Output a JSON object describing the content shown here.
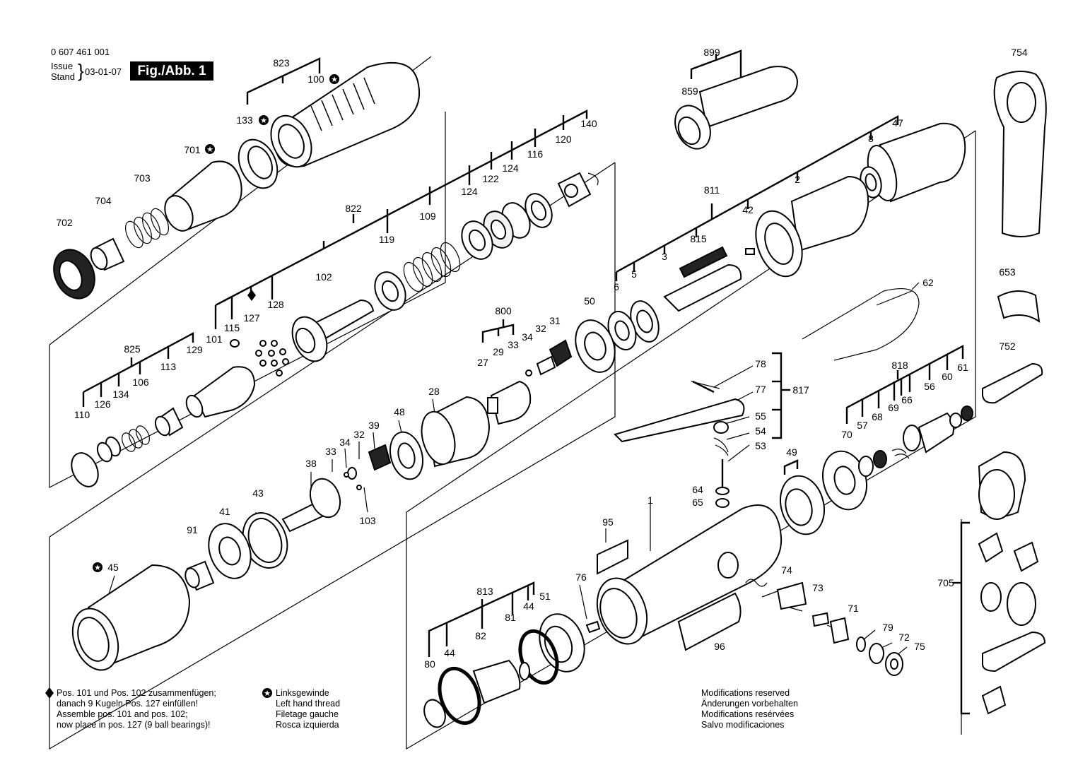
{
  "header": {
    "part_number": "0 607 461 001",
    "issue_label": "Issue",
    "stand_label": "Stand",
    "date": "03-01-07",
    "figure_label": "Fig./Abb. 1"
  },
  "part_labels": {
    "p823": "823",
    "p100": "100",
    "p133": "133",
    "p701": "701",
    "p703": "703",
    "p704": "704",
    "p702": "702",
    "p140": "140",
    "p120": "120",
    "p116": "116",
    "p124a": "124",
    "p122": "122",
    "p124b": "124",
    "p822": "822",
    "p109": "109",
    "p119": "119",
    "p102": "102",
    "p128": "128",
    "p127": "127",
    "p115": "115",
    "p101": "101",
    "p825": "825",
    "p129": "129",
    "p113": "113",
    "p106": "106",
    "p134": "134",
    "p126": "126",
    "p110": "110",
    "p899": "899",
    "p859": "859",
    "p754": "754",
    "p47": "47",
    "p8": "8",
    "p811": "811",
    "p2": "2",
    "p42": "42",
    "p815": "815",
    "p3": "3",
    "p5": "5",
    "p6": "6",
    "p50": "50",
    "p62": "62",
    "p653": "653",
    "p800": "800",
    "p34a": "34",
    "p32a": "32",
    "p31": "31",
    "p29": "29",
    "p33a": "33",
    "p27": "27",
    "p28": "28",
    "p48": "48",
    "p39": "39",
    "p32b": "32",
    "p34b": "34",
    "p33b": "33",
    "p38": "38",
    "p103": "103",
    "p43": "43",
    "p41": "41",
    "p91": "91",
    "p45": "45",
    "p78": "78",
    "p77": "77",
    "p817": "817",
    "p55": "55",
    "p54": "54",
    "p53": "53",
    "p64": "64",
    "p65": "65",
    "p818": "818",
    "p752": "752",
    "p61": "61",
    "p60": "60",
    "p56": "56",
    "p66": "66",
    "p69": "69",
    "p68": "68",
    "p57": "57",
    "p70": "70",
    "p49": "49",
    "p1": "1",
    "p95": "95",
    "p705": "705",
    "p74": "74",
    "p73": "73",
    "p76": "76",
    "p71": "71",
    "p79": "79",
    "p72": "72",
    "p75": "75",
    "p96": "96",
    "p813": "813",
    "p82": "82",
    "p81": "81",
    "p44a": "44",
    "p44b": "44",
    "p51": "51",
    "p80": "80"
  },
  "notes": {
    "assembly": [
      "Pos. 101 und Pos. 102 zusammenfügen;",
      "danach 9 Kugeln Pos. 127 einfüllen!",
      "Assemble pos. 101 and pos. 102;",
      "now place in pos. 127 (9 ball bearings)!"
    ],
    "left_hand_thread": [
      "Linksgewinde",
      "Left hand thread",
      "Filetage gauche",
      "Rosca izquierda"
    ],
    "modifications": [
      "Modifications reserved",
      "Änderungen vorbehalten",
      "Modifications resérvées",
      "Salvo modificaciones"
    ]
  }
}
